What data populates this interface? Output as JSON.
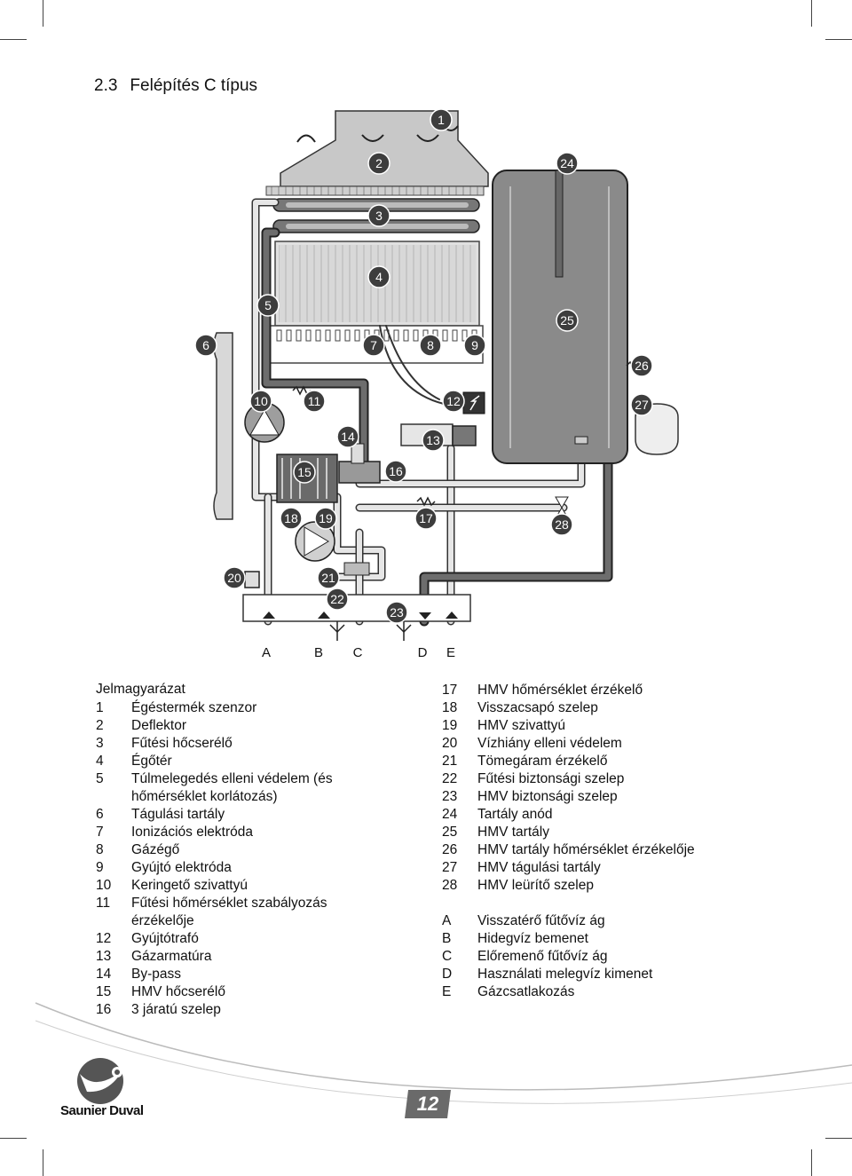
{
  "section": {
    "number": "2.3",
    "title": "Felépítés C típus"
  },
  "diagram": {
    "callouts": [
      "1",
      "2",
      "3",
      "4",
      "5",
      "6",
      "7",
      "8",
      "9",
      "10",
      "11",
      "12",
      "13",
      "14",
      "15",
      "16",
      "17",
      "18",
      "19",
      "20",
      "21",
      "22",
      "23",
      "24",
      "25",
      "26",
      "27",
      "28"
    ],
    "connections": [
      "A",
      "B",
      "C",
      "D",
      "E"
    ]
  },
  "legend": {
    "heading": "Jelmagyarázat",
    "left": [
      {
        "num": "1",
        "text": "Égéstermék szenzor"
      },
      {
        "num": "2",
        "text": "Deflektor"
      },
      {
        "num": "3",
        "text": "Fűtési hőcserélő"
      },
      {
        "num": "4",
        "text": "Égőtér"
      },
      {
        "num": "5",
        "text": "Túlmelegedés elleni védelem (és"
      },
      {
        "num": "",
        "text": "hőmérséklet korlátozás)"
      },
      {
        "num": "6",
        "text": "Tágulási tartály"
      },
      {
        "num": "7",
        "text": "Ionizációs elektróda"
      },
      {
        "num": "8",
        "text": "Gázégő"
      },
      {
        "num": "9",
        "text": "Gyújtó elektróda"
      },
      {
        "num": "10",
        "text": "Keringető szivattyú"
      },
      {
        "num": "11",
        "text": "Fűtési hőmérséklet szabályozás"
      },
      {
        "num": "",
        "text": "érzékelője"
      },
      {
        "num": "12",
        "text": "Gyújtótrafó"
      },
      {
        "num": "13",
        "text": "Gázarmatúra"
      },
      {
        "num": "14",
        "text": "By-pass"
      },
      {
        "num": "15",
        "text": "HMV hőcserélő"
      },
      {
        "num": "16",
        "text": "3 járatú szelep"
      }
    ],
    "right": [
      {
        "num": "17",
        "text": "HMV hőmérséklet érzékelő"
      },
      {
        "num": "18",
        "text": "Visszacsapó szelep"
      },
      {
        "num": "19",
        "text": "HMV szivattyú"
      },
      {
        "num": "20",
        "text": "Vízhiány elleni védelem"
      },
      {
        "num": "21",
        "text": "Tömegáram érzékelő"
      },
      {
        "num": "22",
        "text": "Fűtési biztonsági szelep"
      },
      {
        "num": "23",
        "text": "HMV biztonsági szelep"
      },
      {
        "num": "24",
        "text": "Tartály anód"
      },
      {
        "num": "25",
        "text": "HMV tartály"
      },
      {
        "num": "26",
        "text": "HMV tartály hőmérséklet érzékelője"
      },
      {
        "num": "27",
        "text": "HMV tágulási tartály"
      },
      {
        "num": "28",
        "text": "HMV leürítő szelep"
      }
    ],
    "connections": [
      {
        "num": "A",
        "text": "Visszatérő fűtővíz ág"
      },
      {
        "num": "B",
        "text": "Hidegvíz bemenet"
      },
      {
        "num": "C",
        "text": "Előremenő fűtővíz ág"
      },
      {
        "num": "D",
        "text": "Használati melegvíz kimenet"
      },
      {
        "num": "E",
        "text": "Gázcsatlakozás"
      }
    ]
  },
  "brand": "Saunier Duval",
  "page_number": "12"
}
